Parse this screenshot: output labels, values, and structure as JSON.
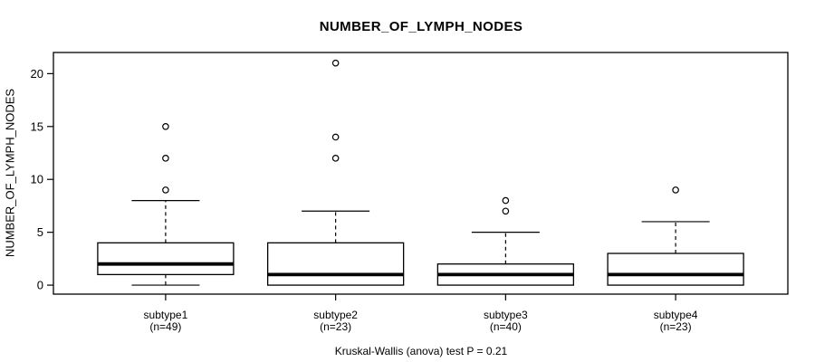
{
  "chart_data": {
    "type": "boxplot",
    "title": "NUMBER_OF_LYMPH_NODES",
    "ylabel": "NUMBER_OF_LYMPH_NODES",
    "caption": "Kruskal-Wallis (anova) test P = 0.21",
    "yticks": [
      0,
      5,
      10,
      15,
      20
    ],
    "ylim": [
      -0.85,
      22.0
    ],
    "xlim": [
      0.34,
      4.66
    ],
    "grid": false,
    "legend": null,
    "groups": [
      {
        "label": "subtype1",
        "n_label": "(n=49)",
        "n": 49,
        "whisker_low": 0,
        "q1": 1,
        "median": 2,
        "q3": 4,
        "whisker_high": 8,
        "outliers": [
          9,
          12,
          15
        ]
      },
      {
        "label": "subtype2",
        "n_label": "(n=23)",
        "n": 23,
        "whisker_low": 0,
        "q1": 0,
        "median": 1,
        "q3": 4,
        "whisker_high": 7,
        "outliers": [
          12,
          14,
          21
        ]
      },
      {
        "label": "subtype3",
        "n_label": "(n=40)",
        "n": 40,
        "whisker_low": 0,
        "q1": 0,
        "median": 1,
        "q3": 2,
        "whisker_high": 5,
        "outliers": [
          7,
          8
        ]
      },
      {
        "label": "subtype4",
        "n_label": "(n=23)",
        "n": 23,
        "whisker_low": 0,
        "q1": 0,
        "median": 1,
        "q3": 3,
        "whisker_high": 6,
        "outliers": [
          9
        ]
      }
    ],
    "colors": {
      "stroke": "#000000",
      "box_fill": "#ffffff",
      "background": "#ffffff"
    }
  }
}
